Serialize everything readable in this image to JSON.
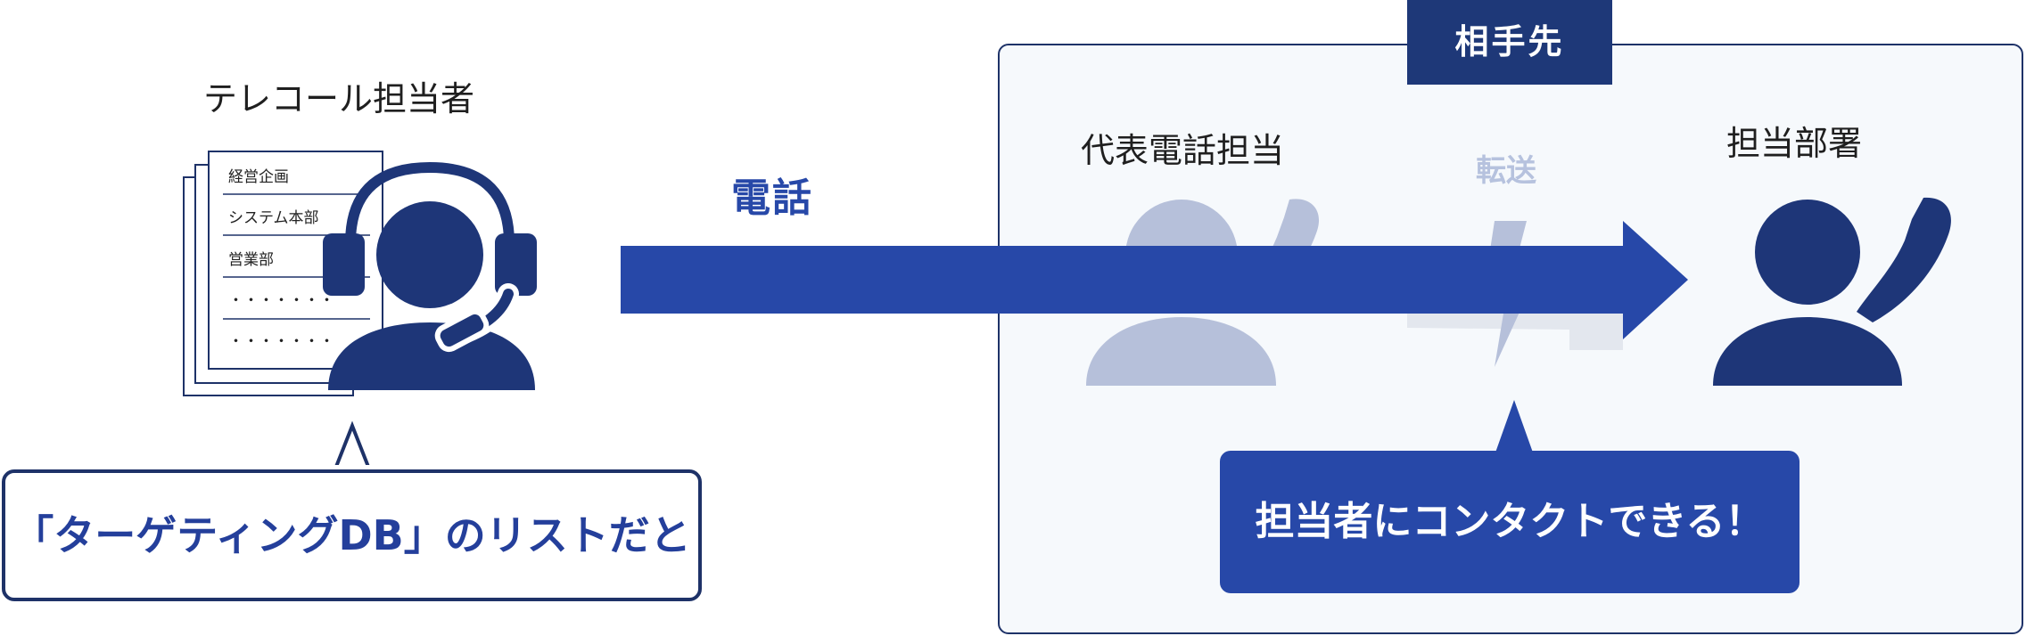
{
  "operator": {
    "title": "テレコール担当者"
  },
  "document_list": {
    "items": [
      "経営企画",
      "システム本部",
      "営業部",
      "・・・・・・・",
      "・・・・・・・"
    ]
  },
  "call": {
    "label": "電話"
  },
  "partner": {
    "tab_label": "相手先",
    "representative_label": "代表電話担当",
    "transfer_label": "転送",
    "department_label": "担当部署"
  },
  "bubbles": {
    "left_text": "「ターゲティングDB」のリストだと",
    "right_text": "担当者にコンタクトできる！"
  },
  "colors": {
    "navy": "#1e3268",
    "arrow_blue": "#2748a8",
    "faded_icon": "#b6c0da"
  }
}
